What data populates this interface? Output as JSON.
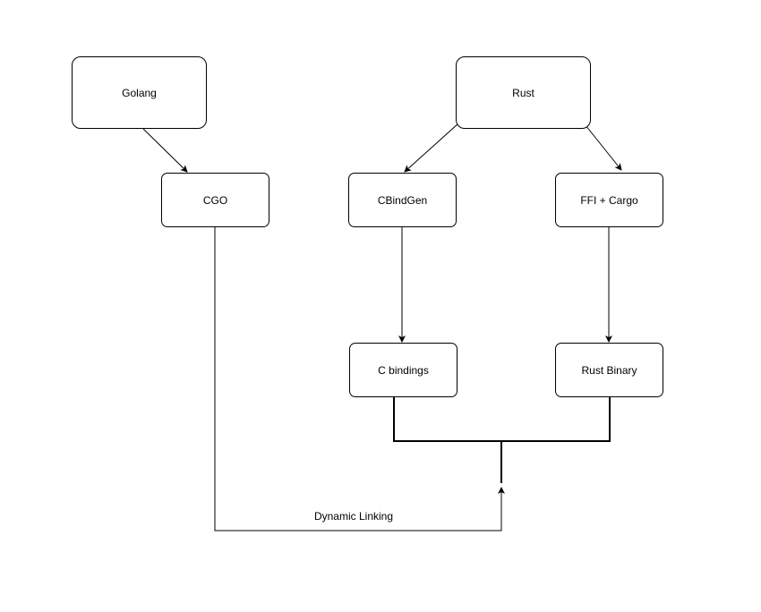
{
  "nodes": {
    "golang": "Golang",
    "rust": "Rust",
    "cgo": "CGO",
    "cbindgen": "CBindGen",
    "ffi_cargo": "FFI + Cargo",
    "c_bindings": "C bindings",
    "rust_binary": "Rust Binary"
  },
  "edges": {
    "dynamic_linking": "Dynamic Linking"
  },
  "colors": {
    "stroke": "#000000",
    "background": "#ffffff"
  }
}
